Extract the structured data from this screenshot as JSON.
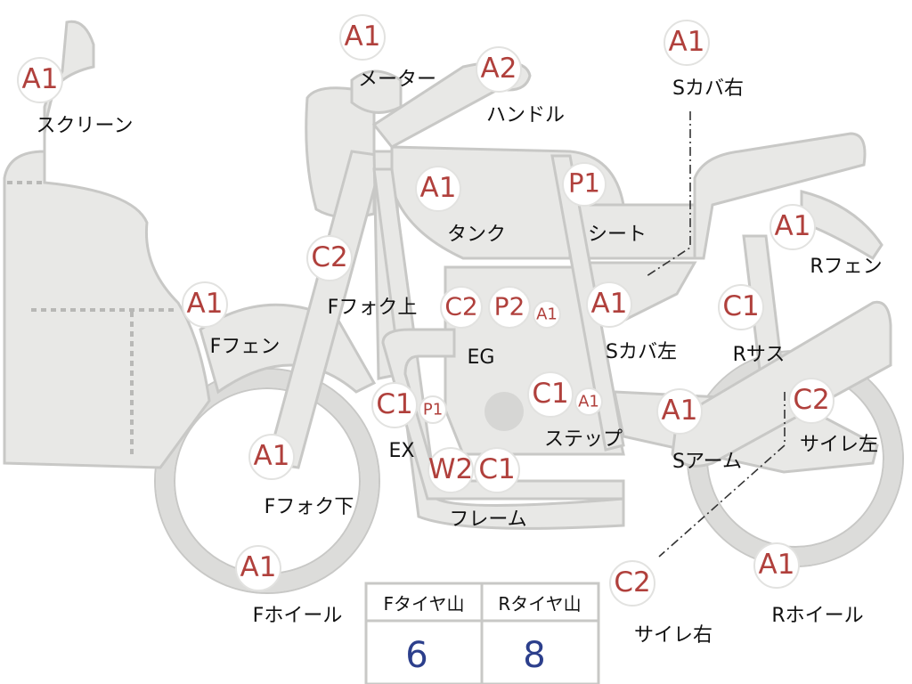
{
  "parts": [
    {
      "key": "screen",
      "grade": "A1",
      "label": "スクリーン"
    },
    {
      "key": "meter",
      "grade": "A1",
      "label": "メーター"
    },
    {
      "key": "handle",
      "grade": "A2",
      "label": "ハンドル"
    },
    {
      "key": "s_cover_right",
      "grade": "A1",
      "label": "Sカバ右"
    },
    {
      "key": "tank",
      "grade": "A1",
      "label": "タンク"
    },
    {
      "key": "seat",
      "grade": "P1",
      "label": "シート"
    },
    {
      "key": "r_fender",
      "grade": "A1",
      "label": "Rフェン"
    },
    {
      "key": "f_fork_upper",
      "grade": "C2",
      "label": "Fフォク上"
    },
    {
      "key": "f_fender",
      "grade": "A1",
      "label": "Fフェン"
    },
    {
      "key": "engine_c",
      "grade": "C2",
      "label": ""
    },
    {
      "key": "engine_p",
      "grade": "P2",
      "label": "EG"
    },
    {
      "key": "engine_a",
      "grade": "A1",
      "label": ""
    },
    {
      "key": "s_cover_left",
      "grade": "A1",
      "label": "Sカバ左"
    },
    {
      "key": "r_suspension",
      "grade": "C1",
      "label": "Rサス"
    },
    {
      "key": "exhaust",
      "grade": "C1",
      "label": "EX"
    },
    {
      "key": "exhaust_p",
      "grade": "P1",
      "label": ""
    },
    {
      "key": "step",
      "grade": "C1",
      "label": "ステップ"
    },
    {
      "key": "step_a",
      "grade": "A1",
      "label": ""
    },
    {
      "key": "s_arm",
      "grade": "A1",
      "label": "Sアーム"
    },
    {
      "key": "silencer_left",
      "grade": "C2",
      "label": "サイレ左"
    },
    {
      "key": "f_fork_lower",
      "grade": "A1",
      "label": "Fフォク下"
    },
    {
      "key": "frame_w",
      "grade": "W2",
      "label": ""
    },
    {
      "key": "frame",
      "grade": "C1",
      "label": "フレーム"
    },
    {
      "key": "f_wheel",
      "grade": "A1",
      "label": "Fホイール"
    },
    {
      "key": "silencer_right",
      "grade": "C2",
      "label": "サイレ右"
    },
    {
      "key": "r_wheel",
      "grade": "A1",
      "label": "Rホイール"
    }
  ],
  "tire_table": {
    "headers": [
      "Fタイヤ山",
      "Rタイヤ山"
    ],
    "values": [
      "6",
      "8"
    ]
  },
  "colors": {
    "grade_text": "#b0403c",
    "value_text": "#2c3f8c",
    "part_fill": "#e8e8e6"
  }
}
